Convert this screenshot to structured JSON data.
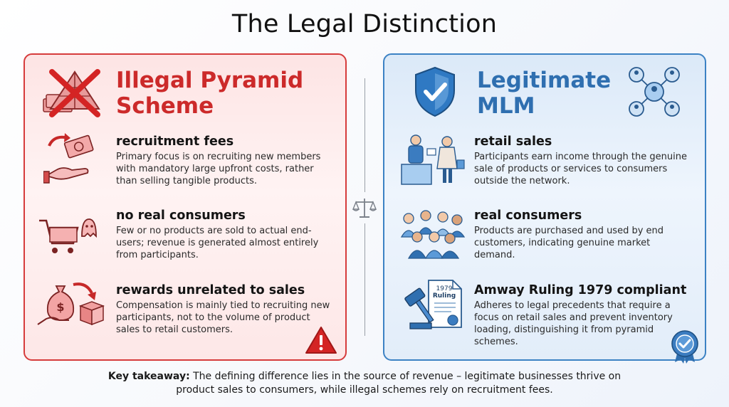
{
  "title": "The Legal Distinction",
  "left": {
    "heading_line1": "Illegal Pyramid",
    "heading_line2": "Scheme",
    "items": [
      {
        "title": "recruitment fees",
        "desc": "Primary focus is on recruiting new members with mandatory large upfront costs, rather than selling tangible products."
      },
      {
        "title": "no real consumers",
        "desc": "Few or no products are sold to actual end-users; revenue is generated almost entirely from participants."
      },
      {
        "title": "rewards unrelated to sales",
        "desc": "Compensation is mainly tied to recruiting new participants, not to the volume of product sales to retail customers."
      }
    ]
  },
  "right": {
    "heading_line1": "Legitimate",
    "heading_line2": "MLM",
    "items": [
      {
        "title": "retail sales",
        "desc": "Participants earn income through the genuine sale of products or services to consumers outside the network."
      },
      {
        "title": "real consumers",
        "desc": "Products are purchased and used by end customers, indicating genuine market demand."
      },
      {
        "title": "Amway Ruling 1979 compliant",
        "desc": "Adheres to legal precedents that require a focus on retail sales and prevent inventory loading, distinguishing it from pyramid schemes."
      }
    ],
    "document_label_line1": "1979",
    "document_label_line2": "Ruling"
  },
  "takeaway": {
    "label": "Key takeaway:",
    "text_line1": " The defining difference lies in the source of revenue – legitimate businesses thrive on",
    "text_line2": "product sales to consumers, while illegal schemes rely on recruitment fees."
  },
  "colors": {
    "red": "#d63b3b",
    "blue": "#3c82c4"
  }
}
